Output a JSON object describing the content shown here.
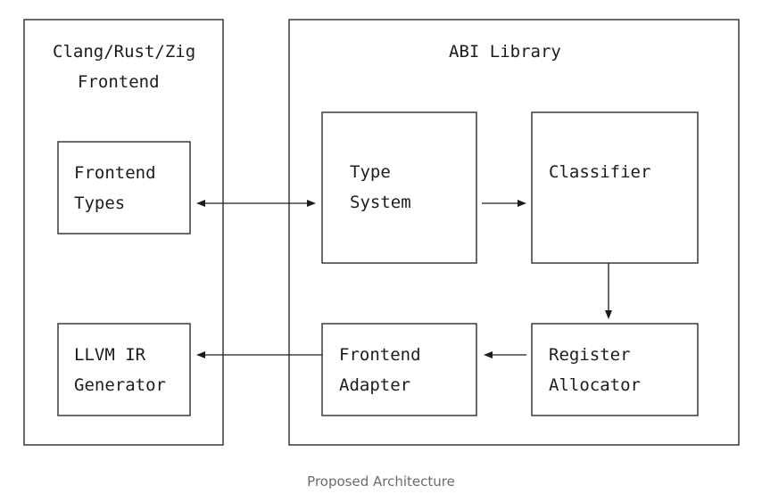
{
  "containers": {
    "frontend": {
      "label_line1": "Clang/Rust/Zig",
      "label_line2": "Frontend"
    },
    "abi_library": {
      "label": "ABI Library"
    }
  },
  "nodes": {
    "frontend_types": {
      "line1": "Frontend",
      "line2": "Types"
    },
    "llvm_ir_generator": {
      "line1": "LLVM IR",
      "line2": "Generator"
    },
    "type_system": {
      "line1": "Type",
      "line2": "System"
    },
    "classifier": {
      "line1": "Classifier"
    },
    "frontend_adapter": {
      "line1": "Frontend",
      "line2": "Adapter"
    },
    "register_allocator": {
      "line1": "Register",
      "line2": "Allocator"
    }
  },
  "edges": [
    {
      "from": "frontend_types",
      "to": "type_system",
      "direction": "bidirectional"
    },
    {
      "from": "type_system",
      "to": "classifier",
      "direction": "forward"
    },
    {
      "from": "classifier",
      "to": "register_allocator",
      "direction": "forward"
    },
    {
      "from": "register_allocator",
      "to": "frontend_adapter",
      "direction": "forward"
    },
    {
      "from": "frontend_adapter",
      "to": "llvm_ir_generator",
      "direction": "forward"
    }
  ],
  "caption": "Proposed Architecture"
}
